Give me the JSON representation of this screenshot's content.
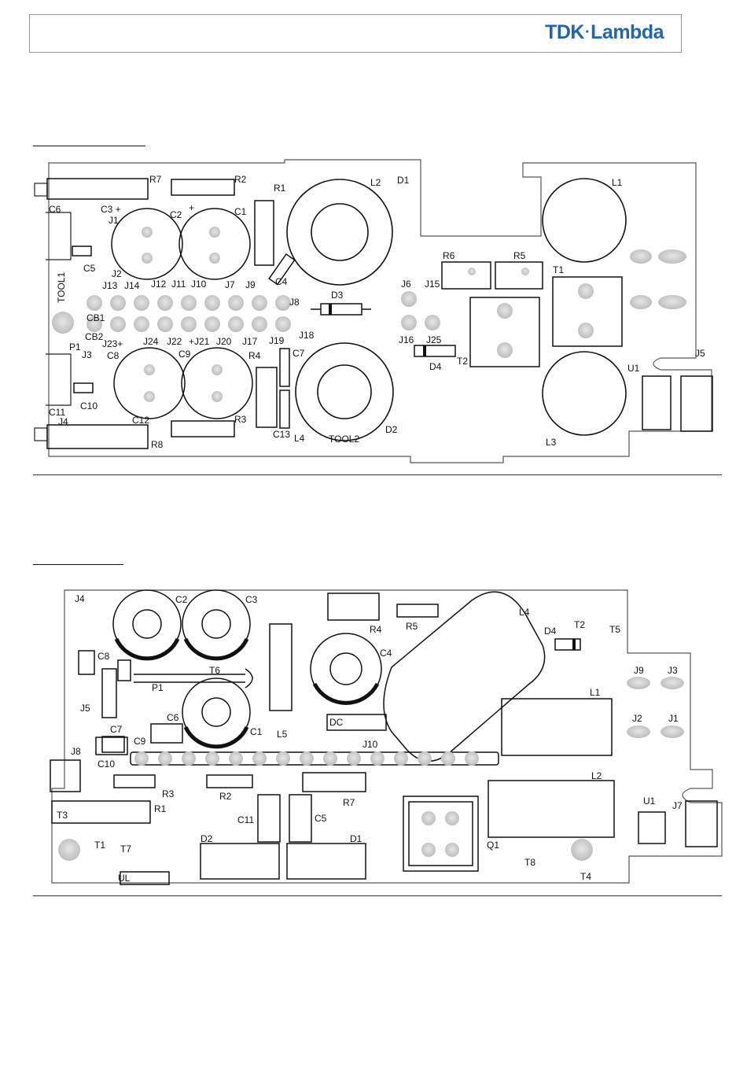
{
  "header": {
    "logo_text_1": "TDK",
    "logo_sep": "·",
    "logo_text_2": "Lambda",
    "logo_color": "#1e66b0"
  },
  "board_top": {
    "labels": {
      "R7": "R7",
      "R2": "R2",
      "R1": "R1",
      "L2": "L2",
      "D1": "D1",
      "L1": "L1",
      "C6": "C6",
      "C3": "C3 +",
      "J1": "J1",
      "C2": "C2",
      "plus1": "+",
      "C1": "C1",
      "J2": "J2",
      "C5": "C5",
      "TOOL1": "TOOL1",
      "J13": "J13",
      "J14": "J14",
      "J12": "J12",
      "J11": "J11",
      "J10": "J10",
      "J7": "J7",
      "J9": "J9",
      "C4": "C4",
      "R6": "R6",
      "R5": "R5",
      "T1": "T1",
      "J6": "J6",
      "J15": "J15",
      "D3": "D3",
      "J8": "J8",
      "CB1": "CB1",
      "CB2": "CB2",
      "J23": "J23+",
      "J24": "J24",
      "J22": "J22",
      "J21": "+J21",
      "J20": "J20",
      "J17": "J17",
      "J19": "J19",
      "J18": "J18",
      "P1": "P1",
      "J3": "J3",
      "C8": "C8",
      "C9": "C9",
      "R4": "R4",
      "C7": "C7",
      "J16": "J16",
      "J25": "J25",
      "T2": "T2",
      "D4": "D4",
      "J5": "J5",
      "U1": "U1",
      "C11": "C11",
      "C10": "C10",
      "J4": "J4",
      "C12": "C12",
      "R3": "R3",
      "C13": "C13",
      "L4": "L4",
      "TOOL2": "TOOL2",
      "D2": "D2",
      "R8": "R8",
      "L3": "L3"
    }
  },
  "board_bottom": {
    "labels": {
      "J4": "J4",
      "C2": "C2",
      "C3": "C3",
      "R4": "R4",
      "R5": "R5",
      "L4": "L4",
      "D4": "D4",
      "T2": "T2",
      "T5": "T5",
      "C8": "C8",
      "C4": "C4",
      "T6": "T6",
      "P1": "P1",
      "J9": "J9",
      "J3": "J3",
      "L1": "L1",
      "J5": "J5",
      "C6": "C6",
      "C1": "C1",
      "L5": "L5",
      "DC": "DC",
      "J2": "J2",
      "J1": "J1",
      "C7": "C7",
      "C9": "C9",
      "J10": "J10",
      "J8": "J8",
      "C10": "C10",
      "R3": "R3",
      "R2": "R2",
      "R7": "R7",
      "L2": "L2",
      "T3": "T3",
      "R1": "R1",
      "C11": "C11",
      "C5": "C5",
      "U1": "U1",
      "J7": "J7",
      "D2": "D2",
      "D1": "D1",
      "T1": "T1",
      "T7": "T7",
      "Q1": "Q1",
      "T8": "T8",
      "T4": "T4",
      "UL": "UL"
    }
  }
}
